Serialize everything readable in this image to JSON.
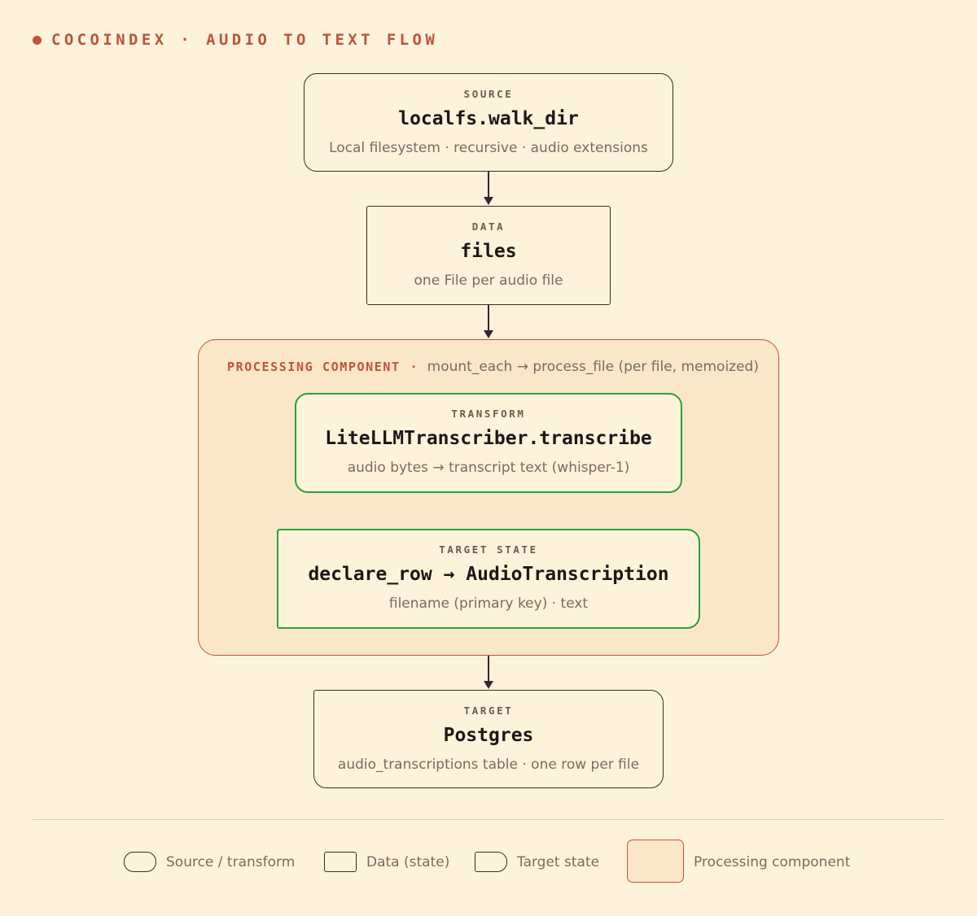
{
  "header": {
    "title": "COCOINDEX · AUDIO TO TEXT FLOW"
  },
  "nodes": {
    "source": {
      "kind": "SOURCE",
      "name": "localfs.walk_dir",
      "desc": "Local filesystem · recursive · audio extensions"
    },
    "files": {
      "kind": "DATA",
      "name": "files",
      "desc": "one File per audio file"
    },
    "transform": {
      "kind": "TRANSFORM",
      "name": "LiteLLMTranscriber.transcribe",
      "desc": "audio bytes → transcript text (whisper-1)"
    },
    "target_state": {
      "kind": "TARGET STATE",
      "name": "declare_row → AudioTranscription",
      "desc": "filename (primary key) · text"
    },
    "target": {
      "kind": "TARGET",
      "name": "Postgres",
      "desc": "audio_transcriptions table · one row per file"
    }
  },
  "processing_component": {
    "tag": "PROCESSING COMPONENT",
    "separator": "·",
    "subtitle": "mount_each → process_file (per file, memoized)"
  },
  "legend": {
    "items": [
      {
        "label": "Source / transform"
      },
      {
        "label": "Data (state)"
      },
      {
        "label": "Target state"
      },
      {
        "label": "Processing component"
      }
    ]
  },
  "colors": {
    "background": "#fdf3da",
    "accent": "#c0533a",
    "highlight_border": "#27a33a",
    "processing_fill": "#fae7c8"
  }
}
